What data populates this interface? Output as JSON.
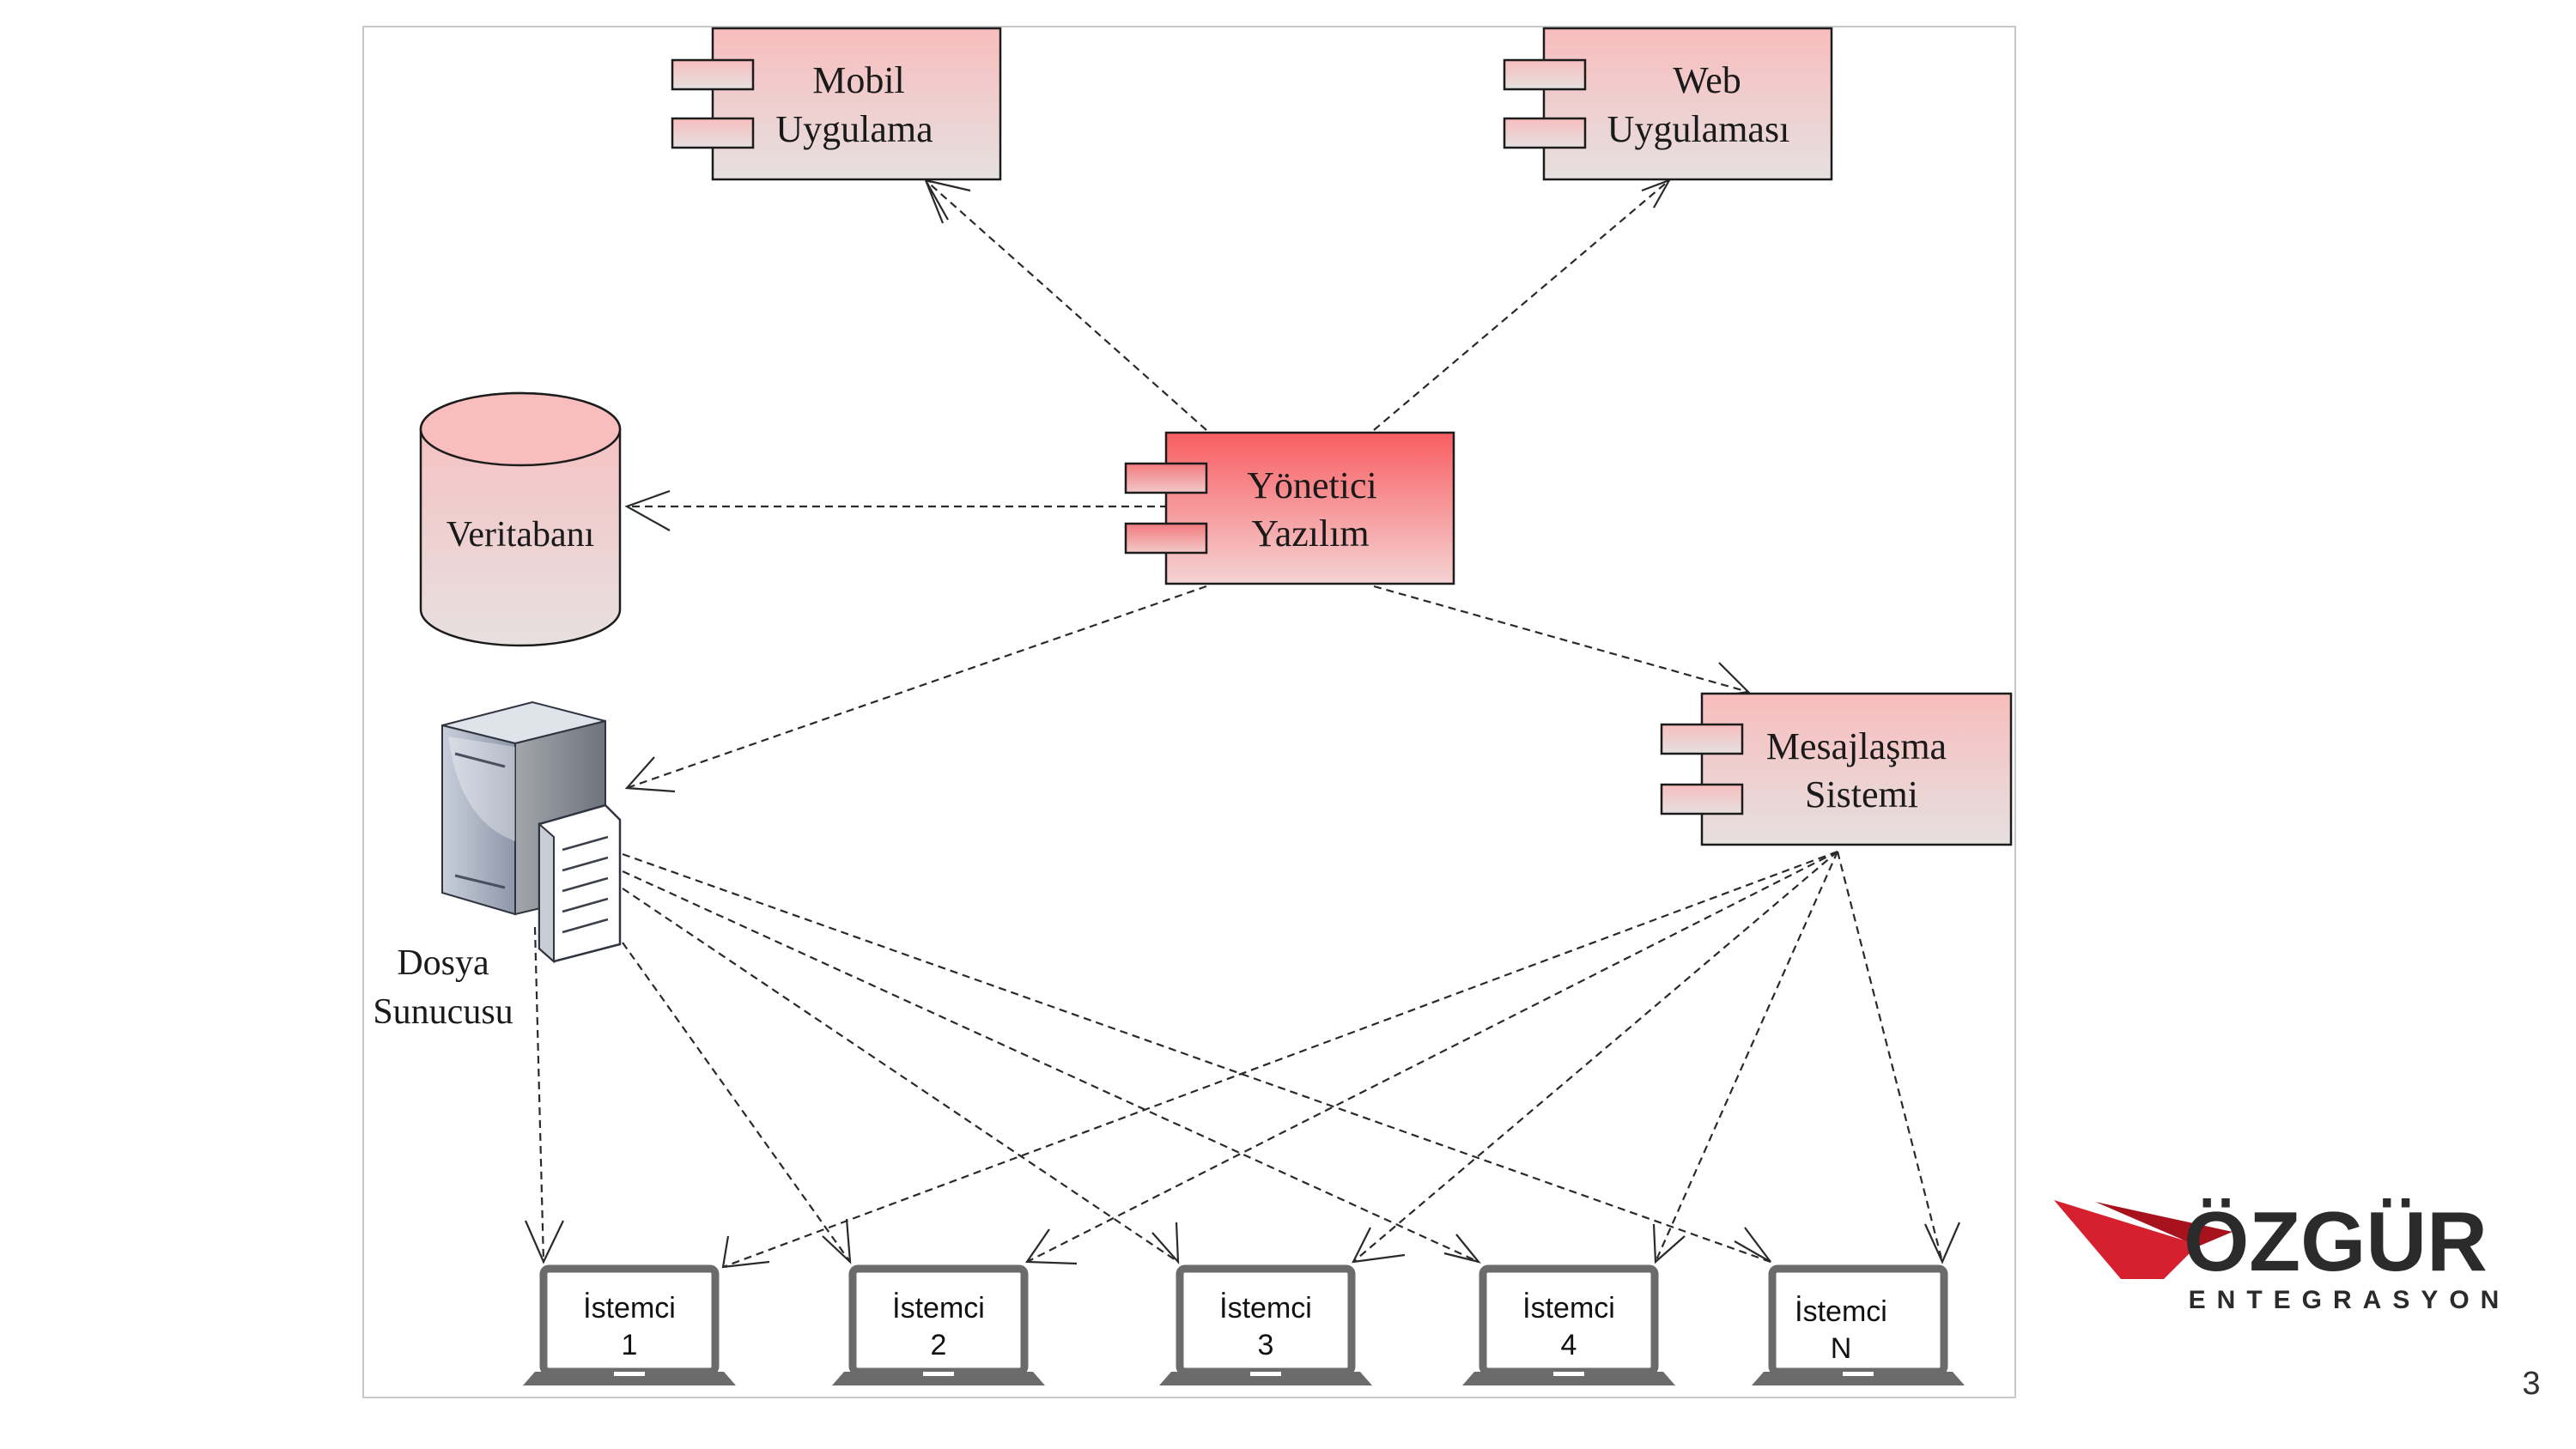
{
  "diagram": {
    "components": {
      "mobile_app": {
        "line1": "Mobil",
        "line2": "Uygulama"
      },
      "web_app": {
        "line1": "Web",
        "line2": "Uygulaması"
      },
      "manager_software": {
        "line1": "Yönetici",
        "line2": "Yazılım"
      },
      "messaging_system": {
        "line1": "Mesajlaşma",
        "line2": "Sistemi"
      }
    },
    "database": {
      "label": "Veritabanı"
    },
    "file_server": {
      "line1": "Dosya",
      "line2": "Sunucusu"
    },
    "clients": [
      {
        "line1": "İstemci",
        "line2": "1"
      },
      {
        "line1": "İstemci",
        "line2": "2"
      },
      {
        "line1": "İstemci",
        "line2": "3"
      },
      {
        "line1": "İstemci",
        "line2": "4"
      },
      {
        "line1": "İstemci",
        "line2": "N"
      }
    ]
  },
  "brand": {
    "name": "ÖZGÜR",
    "tagline": "ENTEGRASYON"
  },
  "slide": {
    "page_number": "3"
  },
  "colors": {
    "component_top": "#f8bdbd",
    "component_bottom": "#e6e0e0",
    "highlight_top": "#f85e62",
    "highlight_bottom": "#f5d3d3",
    "brand_red": "#d62030",
    "brand_dark": "#2b2b2b"
  }
}
